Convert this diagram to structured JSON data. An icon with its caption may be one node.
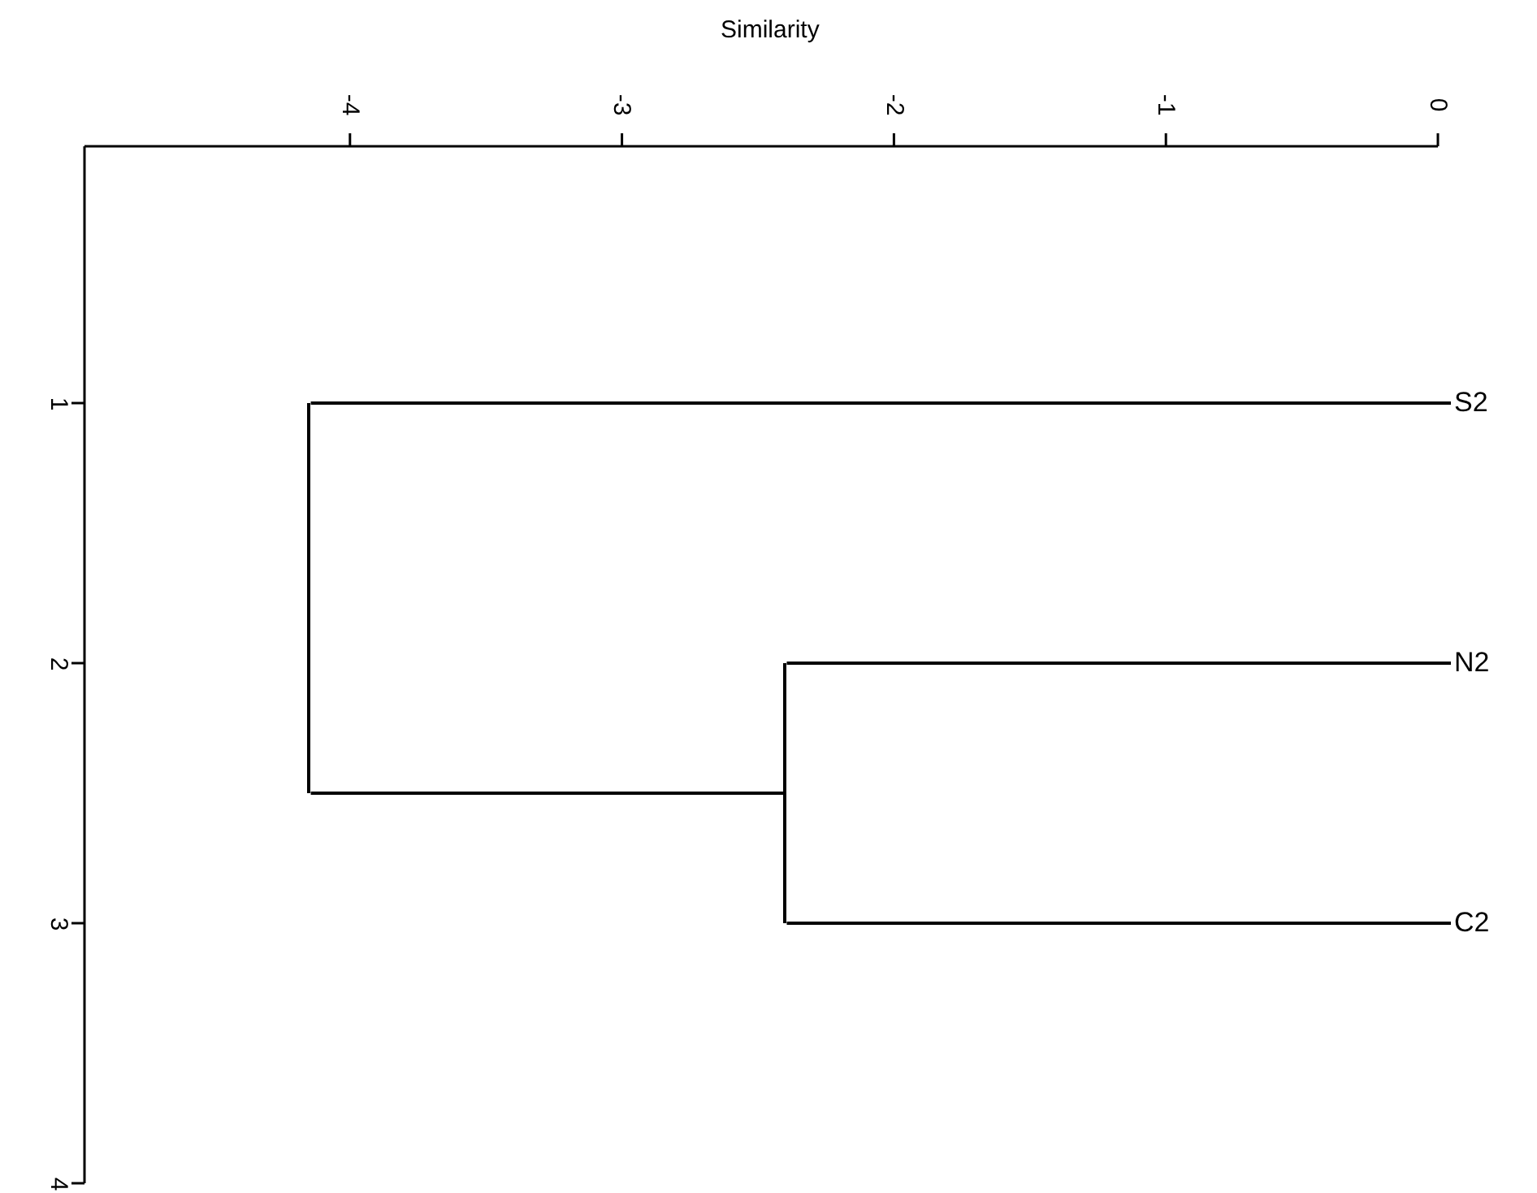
{
  "diagram": {
    "nodes": [
      {
        "text": [
          "S2"
        ]
      },
      {
        "text": [
          "N2"
        ]
      },
      {
        "text": [
          "C2"
        ]
      },
      {
        "text": [],
        "shape": "bar"
      },
      {
        "text": [],
        "shape": "bar"
      }
    ],
    "edges": [
      {
        "from": 1,
        "to": 3,
        "arrow": "none"
      },
      {
        "from": 2,
        "to": 3,
        "arrow": "none"
      },
      {
        "from": 0,
        "to": 4,
        "arrow": "none"
      },
      {
        "from": 3,
        "to": 4,
        "arrow": "none"
      }
    ],
    "labels": [
      "Similarity",
      "-4",
      "-3",
      "-2",
      "-1",
      "0",
      "1",
      "2",
      "3",
      "4"
    ]
  }
}
